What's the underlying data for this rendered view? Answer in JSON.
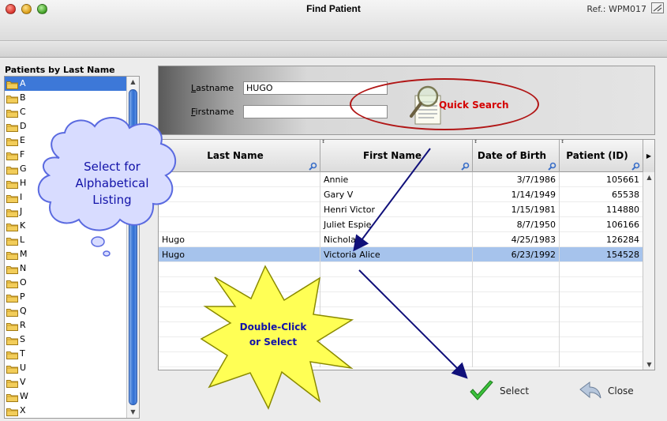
{
  "window": {
    "title": "Find Patient",
    "ref_label": "Ref.: WPM017"
  },
  "colors": {
    "selection_blue": "#3d78d8",
    "row_selected": "#a6c3ec",
    "quick_search_red": "#d40000",
    "annotation_blue": "#1212a8",
    "callout_yellow": "#ffff55",
    "cloud_fill": "#d8dcff"
  },
  "sidebar": {
    "title": "Patients by Last Name",
    "selected_index": 0,
    "letters": [
      "A",
      "B",
      "C",
      "D",
      "E",
      "F",
      "G",
      "H",
      "I",
      "J",
      "K",
      "L",
      "M",
      "N",
      "O",
      "P",
      "Q",
      "R",
      "S",
      "T",
      "U",
      "V",
      "W",
      "X"
    ],
    "folder_icon": "folder-icon"
  },
  "search": {
    "lastname_label_u": "L",
    "lastname_label_rest": "astname",
    "lastname_value": "HUGO",
    "firstname_label_u": "F",
    "firstname_label_rest": "irstname",
    "firstname_value": "",
    "quick_search_label": "Quick Search",
    "quick_search_icon": "magnifier-document-icon"
  },
  "table": {
    "columns": [
      {
        "label": "Last Name",
        "key": "last"
      },
      {
        "label": "First Name",
        "key": "first"
      },
      {
        "label": "Date of Birth",
        "key": "dob"
      },
      {
        "label": "Patient (ID)",
        "key": "id"
      }
    ],
    "selected_row": 5,
    "rows": [
      {
        "last": "",
        "first": "Annie",
        "dob": "3/7/1986",
        "id": "105661"
      },
      {
        "last": "",
        "first": "Gary V",
        "dob": "1/14/1949",
        "id": "65538"
      },
      {
        "last": "",
        "first": "Henri Victor",
        "dob": "1/15/1981",
        "id": "114880"
      },
      {
        "last": "",
        "first": "Juliet Espie",
        "dob": "8/7/1950",
        "id": "106166"
      },
      {
        "last": "Hugo",
        "first": "Nicholas",
        "dob": "4/25/1983",
        "id": "126284"
      },
      {
        "last": "Hugo",
        "first": "Victoria Alice",
        "dob": "6/23/1992",
        "id": "154528"
      }
    ]
  },
  "buttons": {
    "select_label": "Select",
    "select_icon": "checkmark-icon",
    "close_label": "Close",
    "close_icon": "back-arrow-icon"
  },
  "annotations": {
    "cloud_line1": "Select for",
    "cloud_line2": "Alphabetical",
    "cloud_line3": "Listing",
    "burst_line1": "Double-Click",
    "burst_line2": "or Select"
  }
}
